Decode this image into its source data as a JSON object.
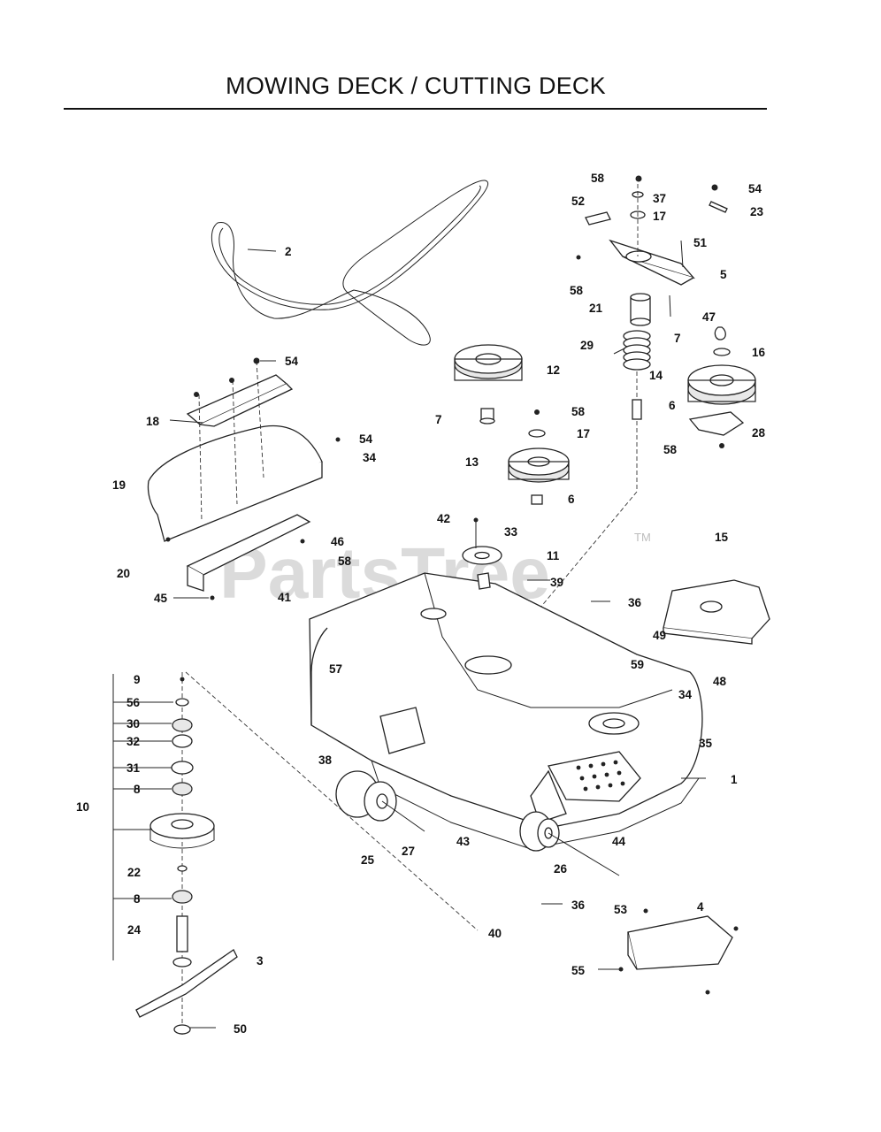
{
  "page": {
    "title": "MOWING DECK / CUTTING DECK"
  },
  "watermark": {
    "text": "PartsTree",
    "tm": "TM"
  },
  "callouts": [
    {
      "id": "c58a",
      "label": "58"
    },
    {
      "id": "c37",
      "label": "37"
    },
    {
      "id": "c54a",
      "label": "54"
    },
    {
      "id": "c52",
      "label": "52"
    },
    {
      "id": "c17a",
      "label": "17"
    },
    {
      "id": "c23",
      "label": "23"
    },
    {
      "id": "c51",
      "label": "51"
    },
    {
      "id": "c5",
      "label": "5"
    },
    {
      "id": "c2",
      "label": "2"
    },
    {
      "id": "c58b",
      "label": "58"
    },
    {
      "id": "c21",
      "label": "21"
    },
    {
      "id": "c47",
      "label": "47"
    },
    {
      "id": "c7a",
      "label": "7"
    },
    {
      "id": "c29",
      "label": "29"
    },
    {
      "id": "c16",
      "label": "16"
    },
    {
      "id": "c54b",
      "label": "54"
    },
    {
      "id": "c12",
      "label": "12"
    },
    {
      "id": "c14",
      "label": "14"
    },
    {
      "id": "c6a",
      "label": "6"
    },
    {
      "id": "c18",
      "label": "18"
    },
    {
      "id": "c7b",
      "label": "7"
    },
    {
      "id": "c58c",
      "label": "58"
    },
    {
      "id": "c17b",
      "label": "17"
    },
    {
      "id": "c28",
      "label": "28"
    },
    {
      "id": "c54c",
      "label": "54"
    },
    {
      "id": "c34a",
      "label": "34"
    },
    {
      "id": "c13",
      "label": "13"
    },
    {
      "id": "c58d",
      "label": "58"
    },
    {
      "id": "c19",
      "label": "19"
    },
    {
      "id": "c6b",
      "label": "6"
    },
    {
      "id": "c42",
      "label": "42"
    },
    {
      "id": "c33",
      "label": "33"
    },
    {
      "id": "c15",
      "label": "15"
    },
    {
      "id": "c46",
      "label": "46"
    },
    {
      "id": "c11",
      "label": "11"
    },
    {
      "id": "c58e",
      "label": "58"
    },
    {
      "id": "c20",
      "label": "20"
    },
    {
      "id": "c39",
      "label": "39"
    },
    {
      "id": "c41",
      "label": "41"
    },
    {
      "id": "c45",
      "label": "45"
    },
    {
      "id": "c36a",
      "label": "36"
    },
    {
      "id": "c49",
      "label": "49"
    },
    {
      "id": "c59",
      "label": "59"
    },
    {
      "id": "c9",
      "label": "9"
    },
    {
      "id": "c57",
      "label": "57"
    },
    {
      "id": "c48",
      "label": "48"
    },
    {
      "id": "c34b",
      "label": "34"
    },
    {
      "id": "c56",
      "label": "56"
    },
    {
      "id": "c30",
      "label": "30"
    },
    {
      "id": "c35",
      "label": "35"
    },
    {
      "id": "c32",
      "label": "32"
    },
    {
      "id": "c38",
      "label": "38"
    },
    {
      "id": "c31",
      "label": "31"
    },
    {
      "id": "c1",
      "label": "1"
    },
    {
      "id": "c8a",
      "label": "8"
    },
    {
      "id": "c10",
      "label": "10"
    },
    {
      "id": "c27",
      "label": "27"
    },
    {
      "id": "c43",
      "label": "43"
    },
    {
      "id": "c44",
      "label": "44"
    },
    {
      "id": "c25",
      "label": "25"
    },
    {
      "id": "c22",
      "label": "22"
    },
    {
      "id": "c26",
      "label": "26"
    },
    {
      "id": "c8b",
      "label": "8"
    },
    {
      "id": "c36b",
      "label": "36"
    },
    {
      "id": "c53",
      "label": "53"
    },
    {
      "id": "c4",
      "label": "4"
    },
    {
      "id": "c24",
      "label": "24"
    },
    {
      "id": "c40",
      "label": "40"
    },
    {
      "id": "c3",
      "label": "3"
    },
    {
      "id": "c55",
      "label": "55"
    },
    {
      "id": "c50",
      "label": "50"
    }
  ]
}
